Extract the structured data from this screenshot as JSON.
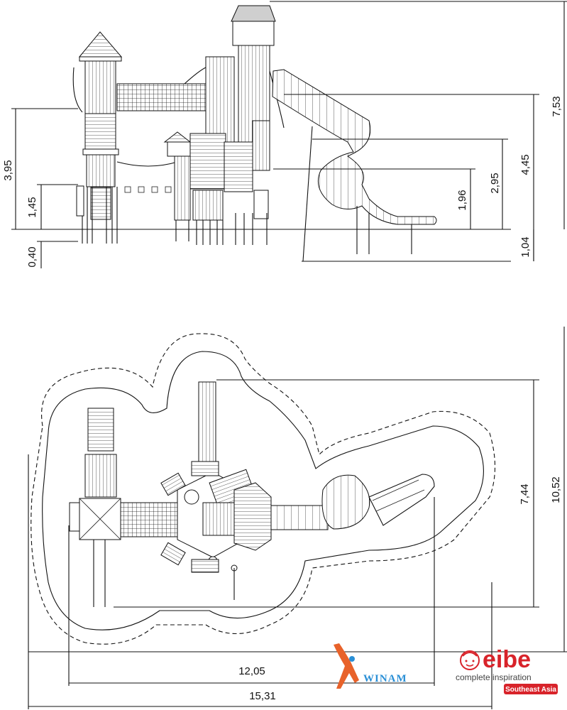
{
  "side_view": {
    "dimensions_left": [
      "3,95",
      "1,45",
      "0,40"
    ],
    "dimensions_right": [
      "7,53",
      "4,45",
      "2,95",
      "1,96",
      "1,04"
    ]
  },
  "plan_view": {
    "dimension_width_inner": "12,05",
    "dimension_width_outer": "15,31",
    "dimension_depth_inner": "7,44",
    "dimension_depth_outer": "10,52"
  },
  "logos": {
    "winam": "WINAM",
    "eibe_brand": "eibe",
    "eibe_tagline": "complete inspiration",
    "eibe_region": "Southeast Asia",
    "colors": {
      "winam_orange": "#e8622a",
      "winam_blue": "#2a8fd6",
      "eibe_red": "#d8232a"
    }
  }
}
